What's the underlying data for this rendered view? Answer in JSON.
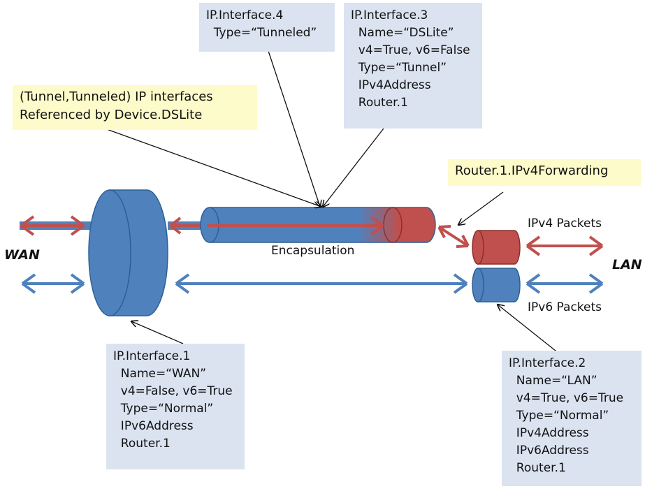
{
  "boxes": {
    "if4": {
      "lines": [
        "IP.Interface.4",
        "  Type=“Tunneled”"
      ]
    },
    "if3": {
      "lines": [
        "IP.Interface.3",
        "  Name=“DSLite”",
        "  v4=True, v6=False",
        "  Type=“Tunnel”",
        "  IPv4Address",
        "  Router.1"
      ]
    },
    "if1": {
      "lines": [
        "IP.Interface.1",
        "  Name=“WAN”",
        "  v4=False, v6=True",
        "  Type=“Normal”",
        "  IPv6Address",
        "  Router.1"
      ]
    },
    "if2": {
      "lines": [
        "IP.Interface.2",
        "  Name=“LAN”",
        "  v4=True, v6=True",
        "  Type=“Normal”",
        "  IPv4Address",
        "  IPv6Address",
        "  Router.1"
      ]
    }
  },
  "notes": {
    "tunnel_refs": {
      "lines": [
        "(Tunnel,Tunneled) IP interfaces",
        "Referenced by Device.DSLite"
      ]
    },
    "forwarding": {
      "lines": [
        "Router.1.IPv4Forwarding"
      ]
    }
  },
  "labels": {
    "wan": "WAN",
    "lan": "LAN",
    "encapsulation": "Encapsulation",
    "ipv4_packets": "IPv4 Packets",
    "ipv6_packets": "IPv6 Packets"
  },
  "colors": {
    "ipv6_blue": "#4f81bd",
    "ipv4_red": "#c0504d",
    "box_fill": "#dbe3f1",
    "note_fill": "#fdfbc9"
  }
}
